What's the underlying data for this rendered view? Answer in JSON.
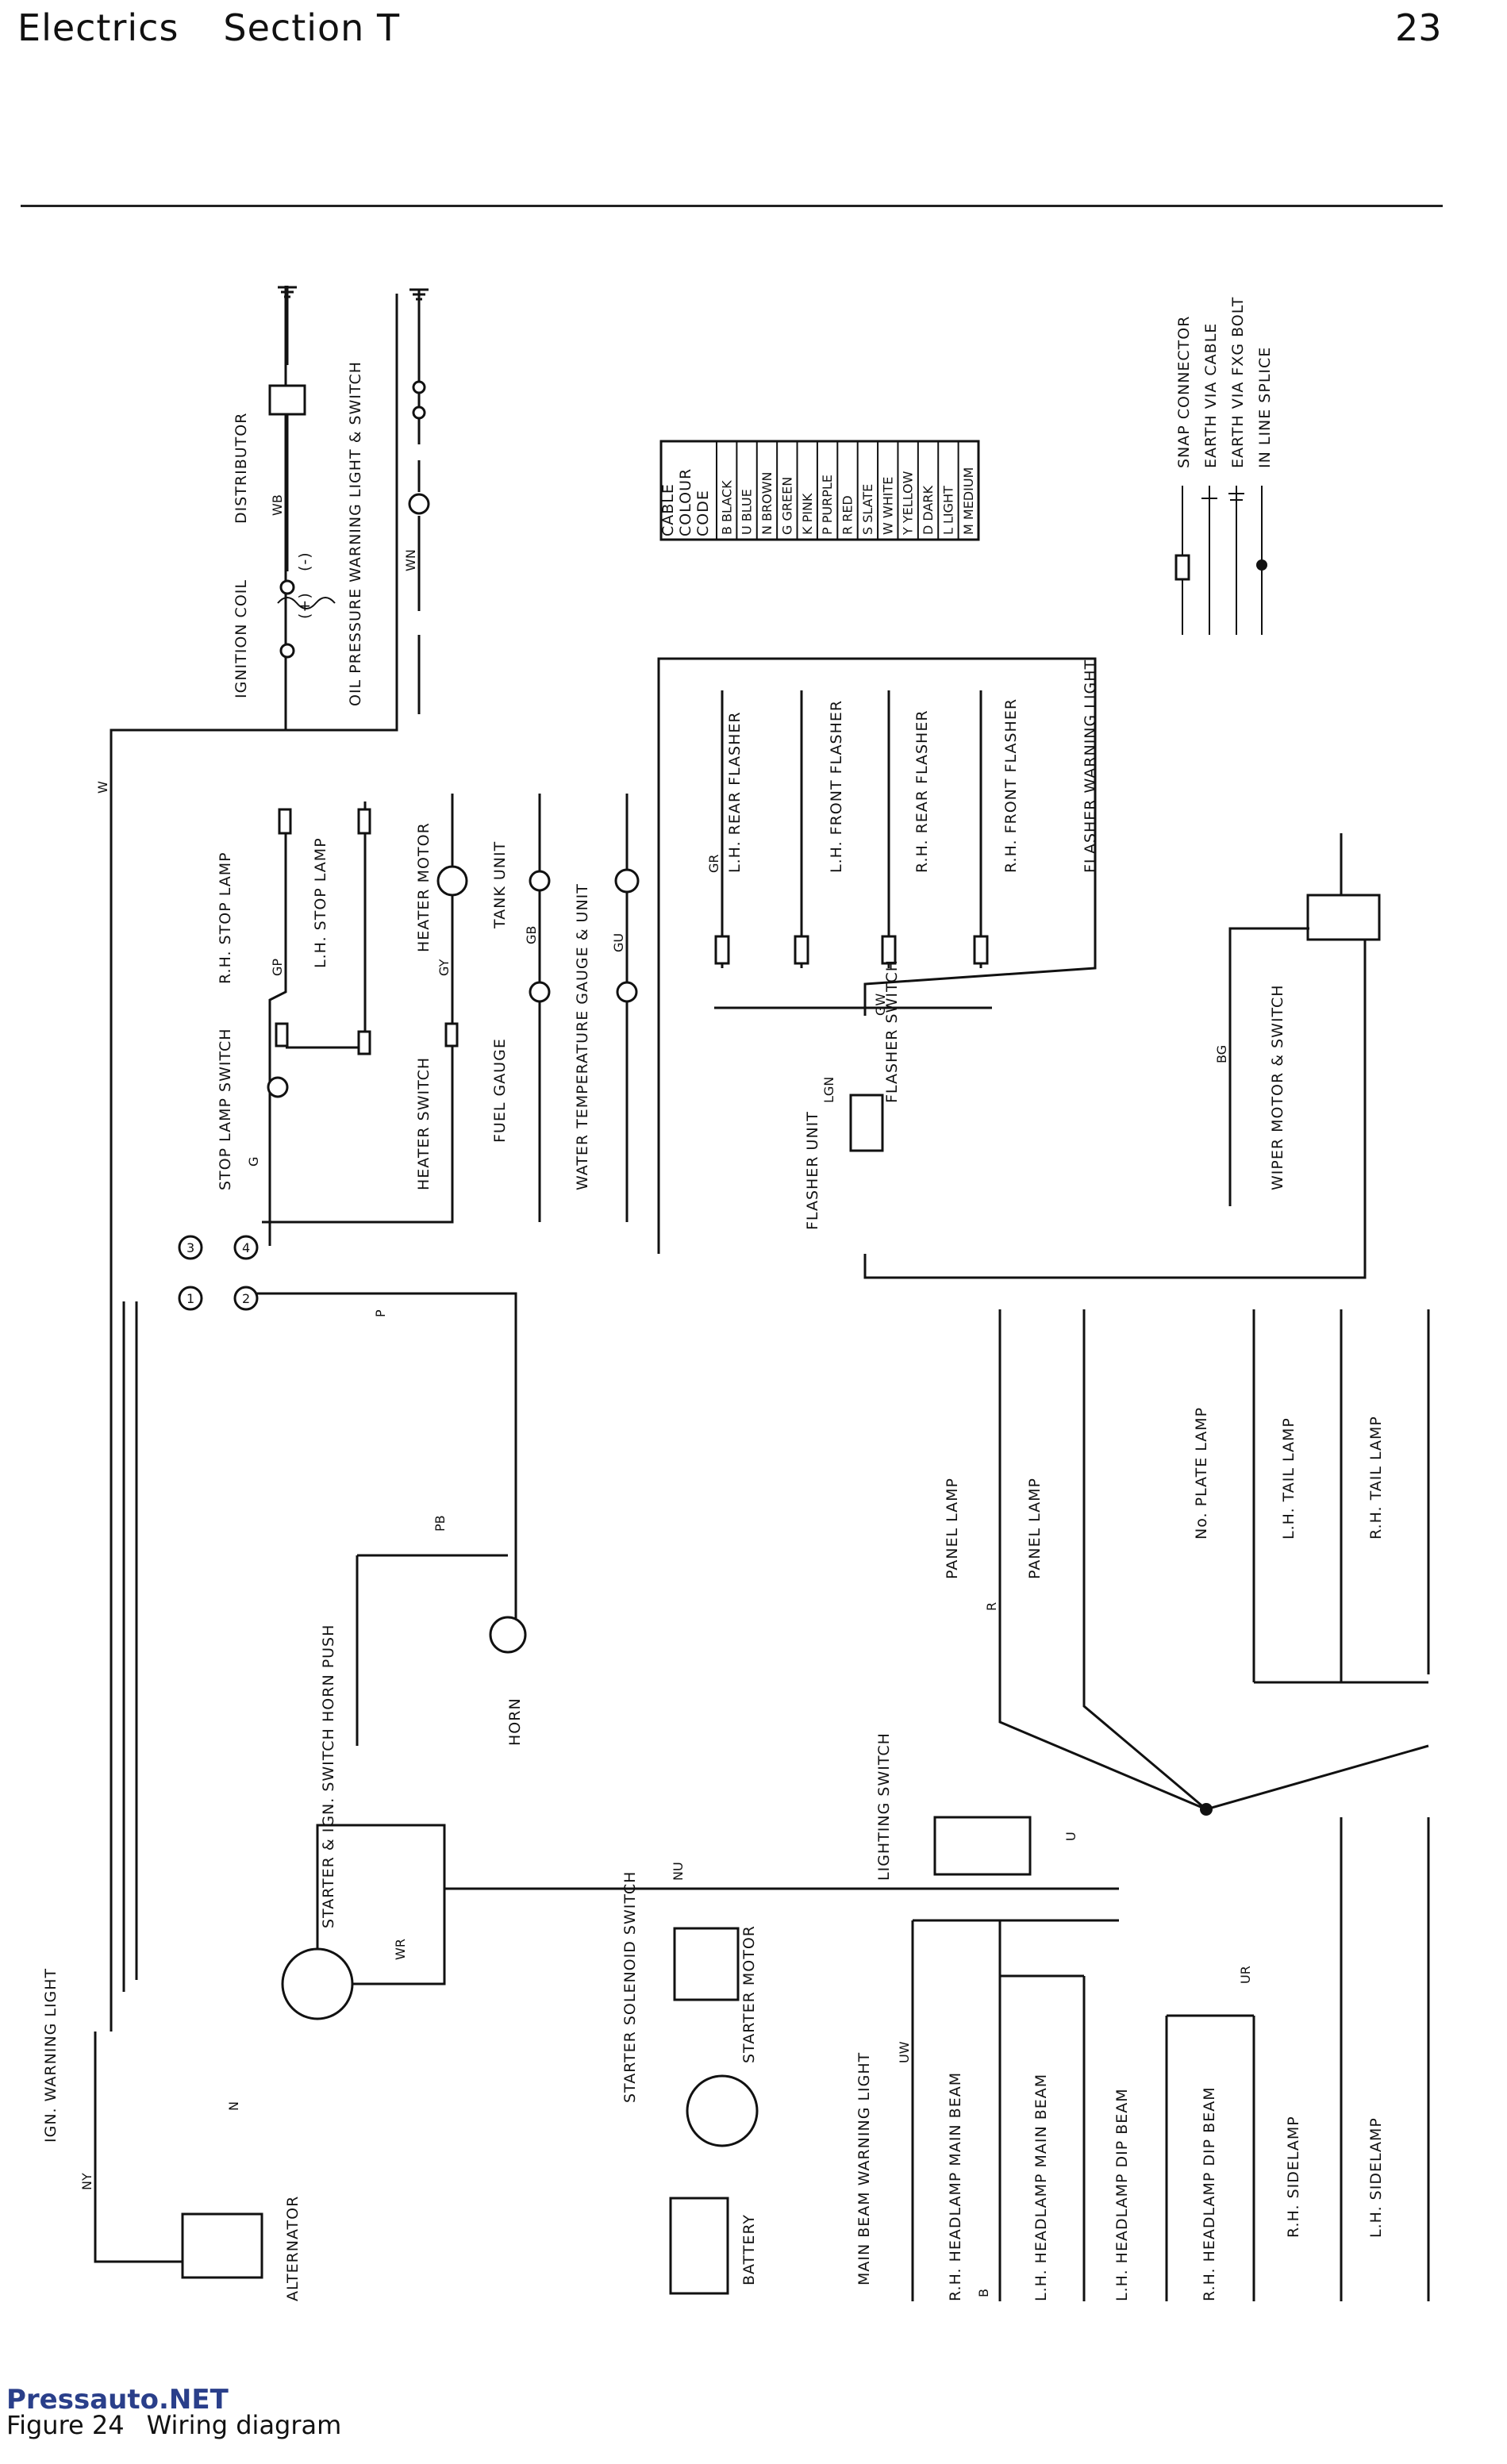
{
  "header": {
    "section": "Electrics",
    "subsection": "Section T",
    "page_number": "23"
  },
  "footer": {
    "site": "Pressauto.NET",
    "figure": "Figure 24",
    "caption": "Wiring diagram"
  },
  "colour_code": {
    "title_lines": [
      "CABLE",
      "COLOUR",
      "CODE"
    ],
    "rows": [
      "B BLACK",
      "U BLUE",
      "N BROWN",
      "G GREEN",
      "K PINK",
      "P PURPLE",
      "R RED",
      "S SLATE",
      "W WHITE",
      "Y YELLOW",
      "D DARK",
      "L LIGHT",
      "M MEDIUM"
    ]
  },
  "key": {
    "items": [
      "SNAP CONNECTOR",
      "EARTH VIA CABLE",
      "EARTH VIA FXG BOLT",
      "IN LINE SPLICE"
    ]
  },
  "components": {
    "distributor": "DISTRIBUTOR",
    "ignition_coil": "IGNITION COIL",
    "coil_plus": "(+)",
    "coil_minus": "(-)",
    "oil_pressure": "OIL PRESSURE WARNING LIGHT & SWITCH",
    "stop_lamp_switch": "STOP LAMP SWITCH",
    "rh_stop_lamp": "R.H. STOP LAMP",
    "lh_stop_lamp": "L.H. STOP LAMP",
    "heater_switch": "HEATER SWITCH",
    "heater_motor": "HEATER MOTOR",
    "fuel_gauge": "FUEL GAUGE",
    "tank_unit": "TANK UNIT",
    "water_temp": "WATER TEMPERATURE GAUGE & UNIT",
    "flasher_unit": "FLASHER UNIT",
    "flasher_switch": "FLASHER SWITCH",
    "lh_rear_flasher": "L.H. REAR FLASHER",
    "lh_front_flasher": "L.H. FRONT FLASHER",
    "rh_rear_flasher": "R.H. REAR FLASHER",
    "rh_front_flasher": "R.H. FRONT FLASHER",
    "flasher_warning": "FLASHER WARNING LIGHT",
    "wiper": "WIPER MOTOR & SWITCH",
    "horn_push": "HORN PUSH",
    "horn": "HORN",
    "panel_lamp_1": "PANEL LAMP",
    "panel_lamp_2": "PANEL LAMP",
    "plate_lamp": "No. PLATE LAMP",
    "lh_tail": "L.H. TAIL LAMP",
    "rh_tail": "R.H. TAIL LAMP",
    "lighting_switch": "LIGHTING SWITCH",
    "starter_ign": "STARTER & IGN. SWITCH",
    "starter_solenoid": "STARTER SOLENOID SWITCH",
    "starter_motor": "STARTER MOTOR",
    "ign_warning": "IGN. WARNING LIGHT",
    "alternator": "ALTERNATOR",
    "battery": "BATTERY",
    "main_beam_warning": "MAIN BEAM WARNING LIGHT",
    "rh_main": "R.H. HEADLAMP MAIN BEAM",
    "lh_main": "L.H. HEADLAMP MAIN BEAM",
    "lh_dip": "L.H. HEADLAMP DIP BEAM",
    "rh_dip": "R.H. HEADLAMP DIP BEAM",
    "rh_side": "R.H. SIDELAMP",
    "lh_side": "L.H. SIDELAMP"
  },
  "wire_labels": {
    "W": "W",
    "WB": "WB",
    "WN": "WN",
    "G": "G",
    "GP": "GP",
    "GY": "GY",
    "GB": "GB",
    "GU": "GU",
    "GR": "GR",
    "GW": "GW",
    "LGN": "LGN",
    "BG": "BG",
    "P": "P",
    "PB": "PB",
    "R": "R",
    "NU": "NU",
    "WR": "WR",
    "N": "N",
    "NY": "NY",
    "UW": "UW",
    "UR": "UR",
    "U": "U",
    "B": "B",
    "c1": "1",
    "c2": "2",
    "c3": "3",
    "c4": "4"
  }
}
